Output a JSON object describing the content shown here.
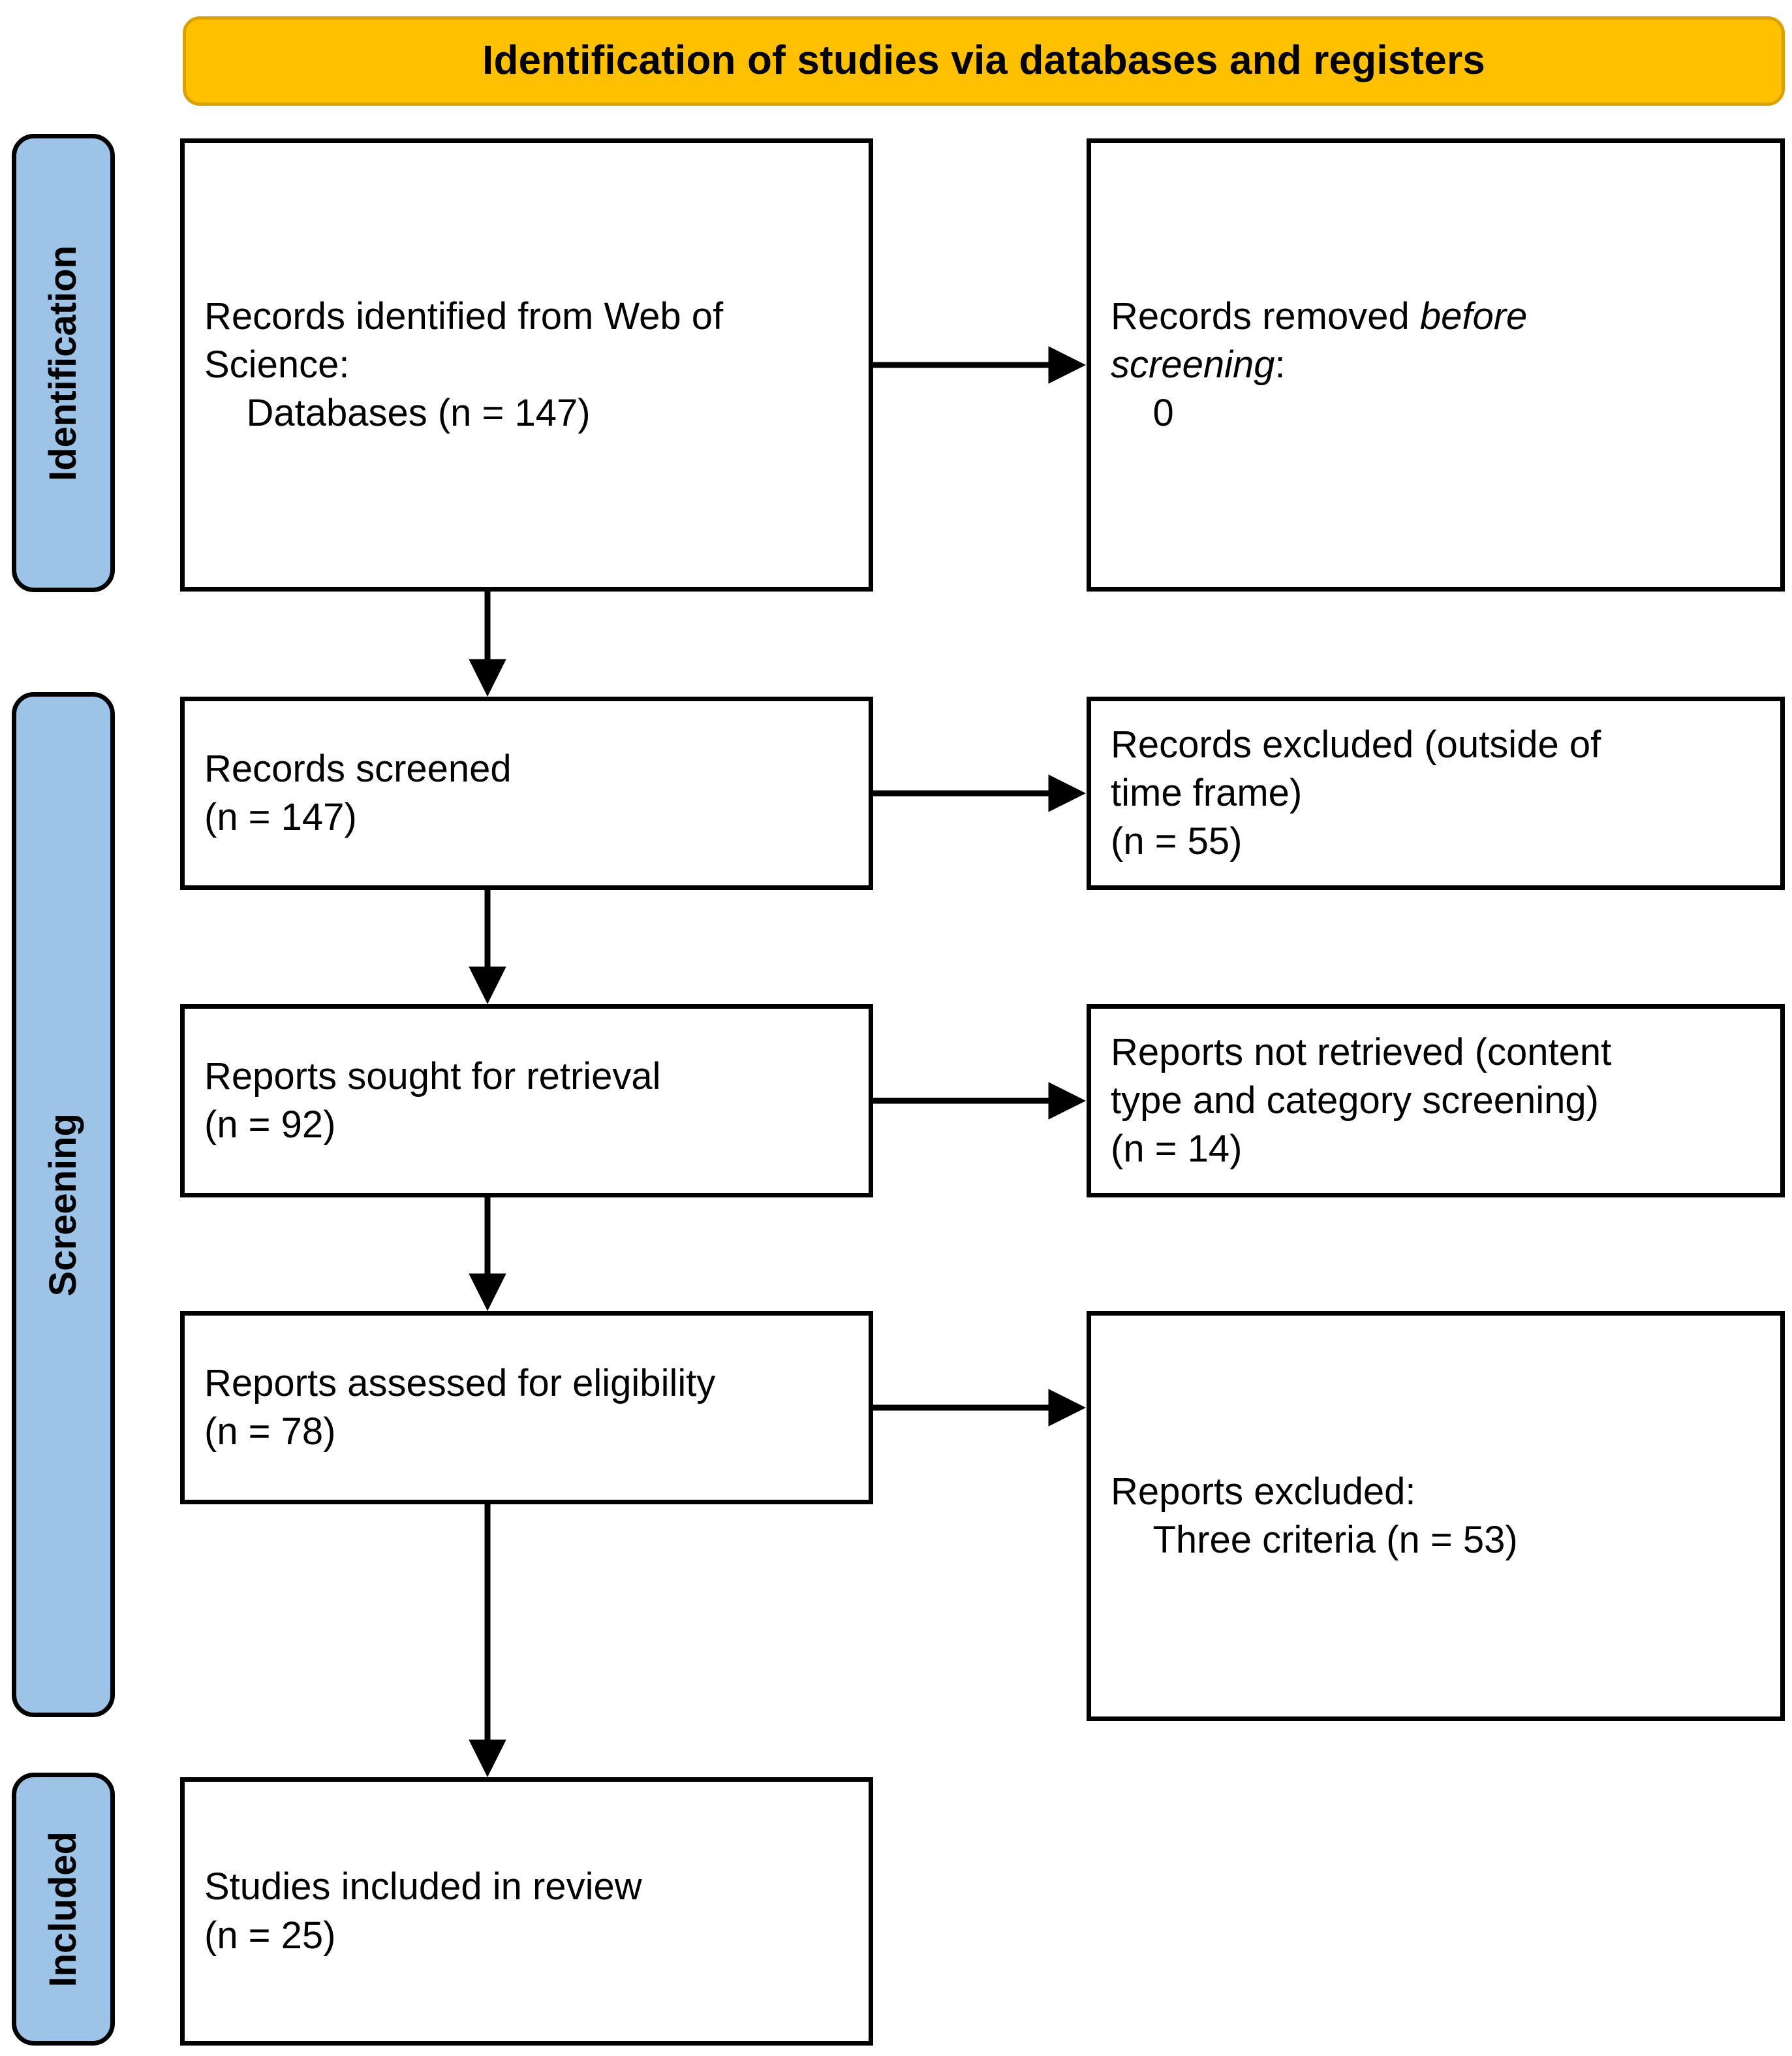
{
  "title": {
    "text": "Identification of studies via databases and registers"
  },
  "colors": {
    "banner_fill": "#FFC000",
    "banner_border": "#D9A200",
    "stage_fill": "#9DC3E6",
    "box_border": "#000000",
    "box_fill": "#FFFFFF",
    "text": "#000000"
  },
  "stages": [
    {
      "id": "identification",
      "label": "Identification"
    },
    {
      "id": "screening",
      "label": "Screening"
    },
    {
      "id": "included",
      "label": "Included"
    }
  ],
  "boxes": {
    "identified": {
      "line1": "Records identified from Web of",
      "line2": "Science:",
      "line3": "    Databases (n = 147)"
    },
    "removed": {
      "line1_prefix": "Records removed ",
      "line1_italic": "before",
      "line2_italic": "screening",
      "line2_suffix": ":",
      "line3": "    0"
    },
    "screened": {
      "line1": "Records screened",
      "line2": "(n = 147)"
    },
    "excluded_time": {
      "line1": "Records excluded (outside of",
      "line2": "time frame)",
      "line3": "(n = 55)"
    },
    "sought": {
      "line1": "Reports sought for retrieval",
      "line2": "(n = 92)"
    },
    "not_retrieved": {
      "line1": "Reports not retrieved (content",
      "line2": "type and category screening)",
      "line3": "(n = 14)"
    },
    "assessed": {
      "line1": "Reports assessed for eligibility",
      "line2": "(n = 78)"
    },
    "reports_excluded": {
      "line1": "Reports excluded:",
      "line2": "    Three criteria (n = 53)"
    },
    "included": {
      "line1": "Studies included in review",
      "line2": "(n = 25)"
    }
  },
  "flow_counts": {
    "records_identified_databases": 147,
    "records_removed_before_screening": 0,
    "records_screened": 147,
    "records_excluded_outside_time_frame": 55,
    "reports_sought_for_retrieval": 92,
    "reports_not_retrieved": 14,
    "reports_assessed_for_eligibility": 78,
    "reports_excluded_three_criteria": 53,
    "studies_included_in_review": 25
  }
}
